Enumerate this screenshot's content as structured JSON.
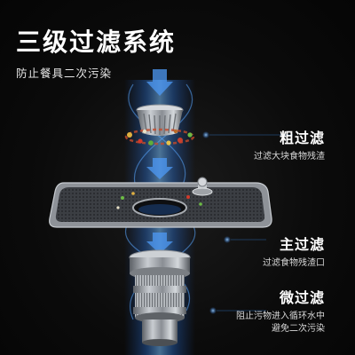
{
  "header": {
    "title": "三级过滤系统",
    "subtitle": "防止餐具二次污染"
  },
  "stages": [
    {
      "heading": "粗过滤",
      "desc_lines": [
        "过滤大块食物残渣"
      ]
    },
    {
      "heading": "主过滤",
      "desc_lines": [
        "过滤食物残渣口"
      ]
    },
    {
      "heading": "微过滤",
      "desc_lines": [
        "阻止污物进入循环水中",
        "避免二次污染"
      ]
    }
  ],
  "colors": {
    "accent_blue": "#3a8ff0",
    "glow_blue": "#69b6ff",
    "steel": "#9a9ea4",
    "background": "#0a0a0a"
  }
}
